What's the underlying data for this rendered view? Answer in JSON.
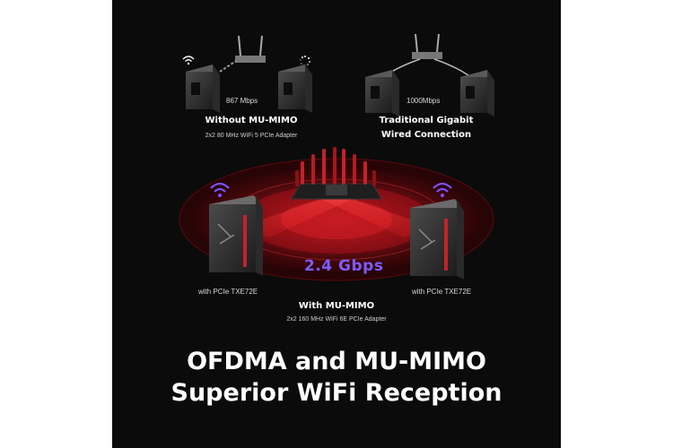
{
  "top_left": {
    "speed": "867 Mbps",
    "title": "Without MU-MIMO",
    "subtitle": "2x2 80 MHz WiFi 5 PCIe Adapter"
  },
  "top_right": {
    "speed": "1000Mbps",
    "title_line1": "Traditional Gigabit",
    "title_line2": "Wired Connection"
  },
  "center": {
    "speed": "2.4 Gbps",
    "left_pc_label": "with PCIe TXE72E",
    "right_pc_label": "with PCIe TXE72E",
    "title": "With MU-MIMO",
    "subtitle": "2x2 160 MHz WiFi 6E PCIe Adapter"
  },
  "headline": {
    "line1": "OFDMA and MU-MIMO",
    "line2": "Superior WiFi Reception"
  },
  "colors": {
    "panel_bg": "#0b0b0b",
    "accent_red": "#d21a22",
    "speed_text": "#7c5cff",
    "wifi_icon": "#7a52ff"
  },
  "icons": [
    "wifi-icon",
    "loading-spinner-icon",
    "router-icon",
    "pc-tower-icon"
  ]
}
